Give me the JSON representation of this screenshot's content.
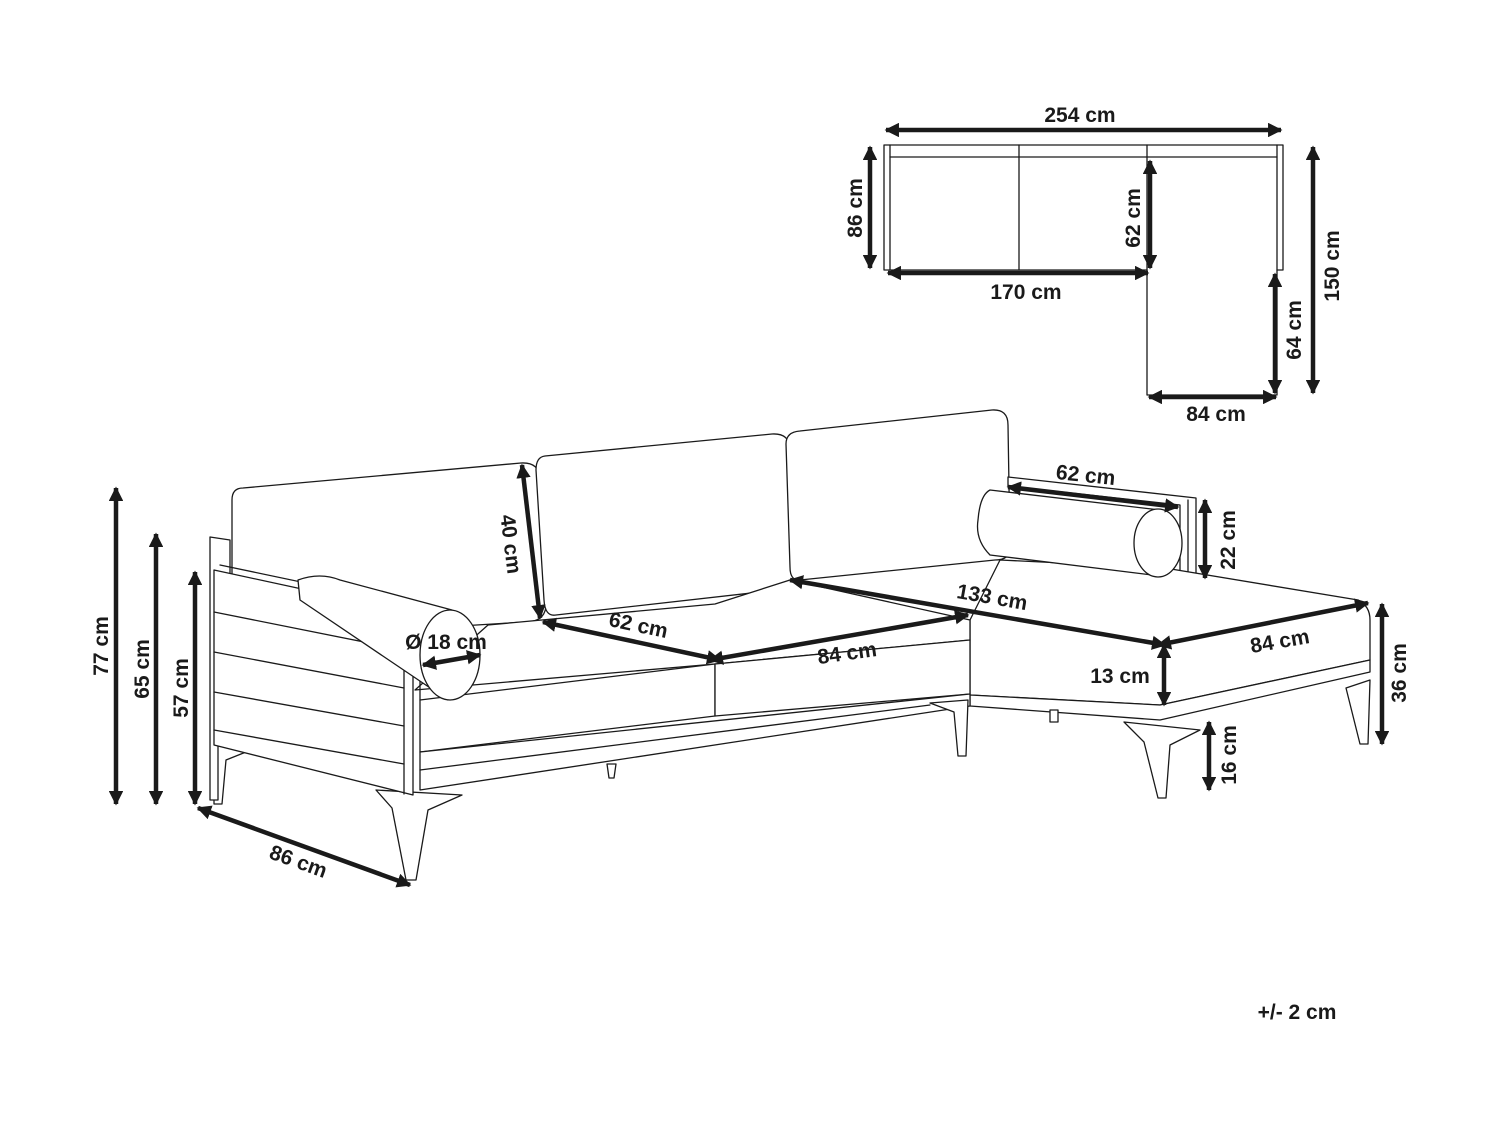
{
  "diagram": {
    "plan_view": {
      "total_width": "254 cm",
      "depth": "86 cm",
      "seat_depth": "62 cm",
      "sofa_length": "170 cm",
      "chaise_length": "150 cm",
      "chaise_seat_depth": "64 cm",
      "chaise_width": "84 cm"
    },
    "main_view": {
      "total_height": "77 cm",
      "back_height": "65 cm",
      "arm_height": "57 cm",
      "depth": "86 cm",
      "bolster_diameter": "Ø 18 cm",
      "back_cushion_height": "40 cm",
      "seat_depth": "62 cm",
      "seat_width": "84 cm",
      "bolster_length": "62 cm",
      "chaise_length": "133 cm",
      "side_panel_height": "22 cm",
      "chaise_width": "84 cm",
      "seat_thickness": "13 cm",
      "seat_height": "36 cm",
      "leg_height": "16 cm"
    },
    "tolerance": "+/- 2 cm"
  }
}
